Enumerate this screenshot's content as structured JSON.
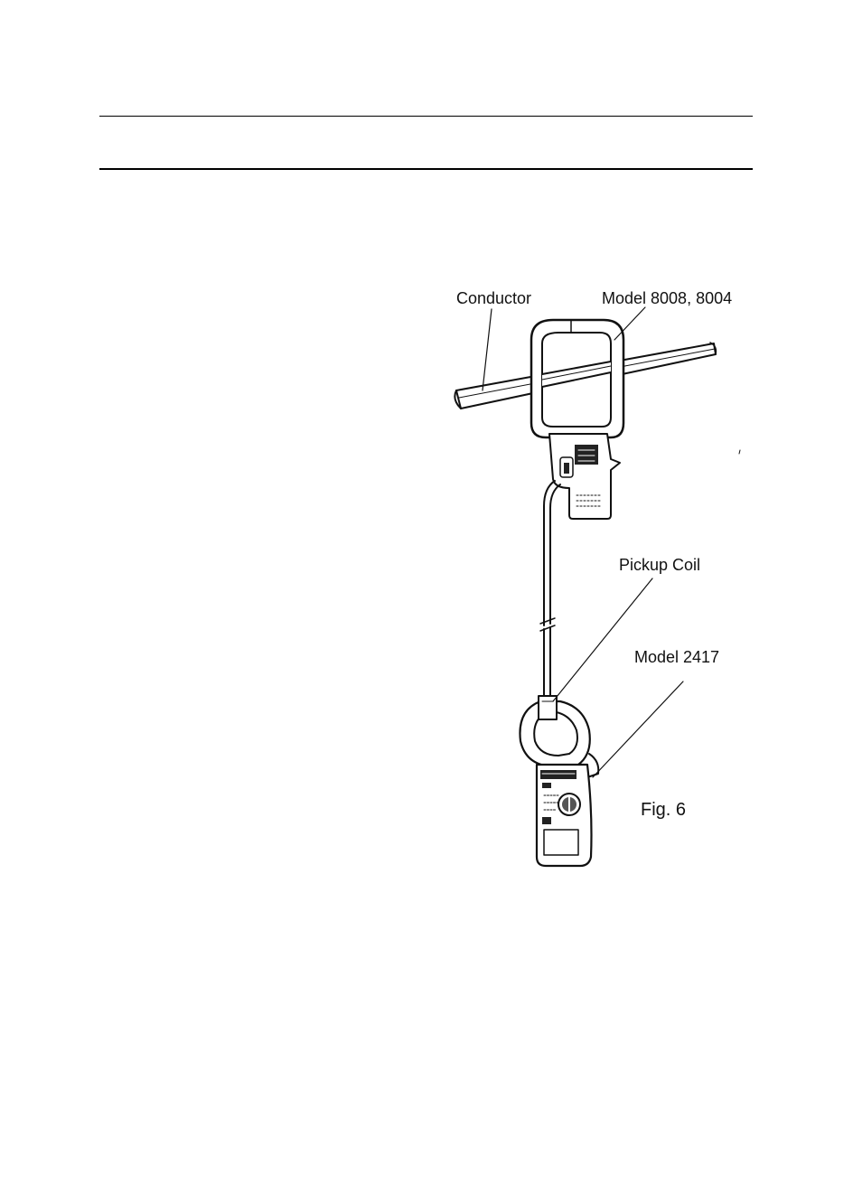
{
  "figure": {
    "labels": {
      "conductor": "Conductor",
      "model_clamp": "Model 8008, 8004",
      "pickup_coil": "Pickup Coil",
      "model_meter": "Model 2417"
    },
    "caption": "Fig. 6"
  }
}
